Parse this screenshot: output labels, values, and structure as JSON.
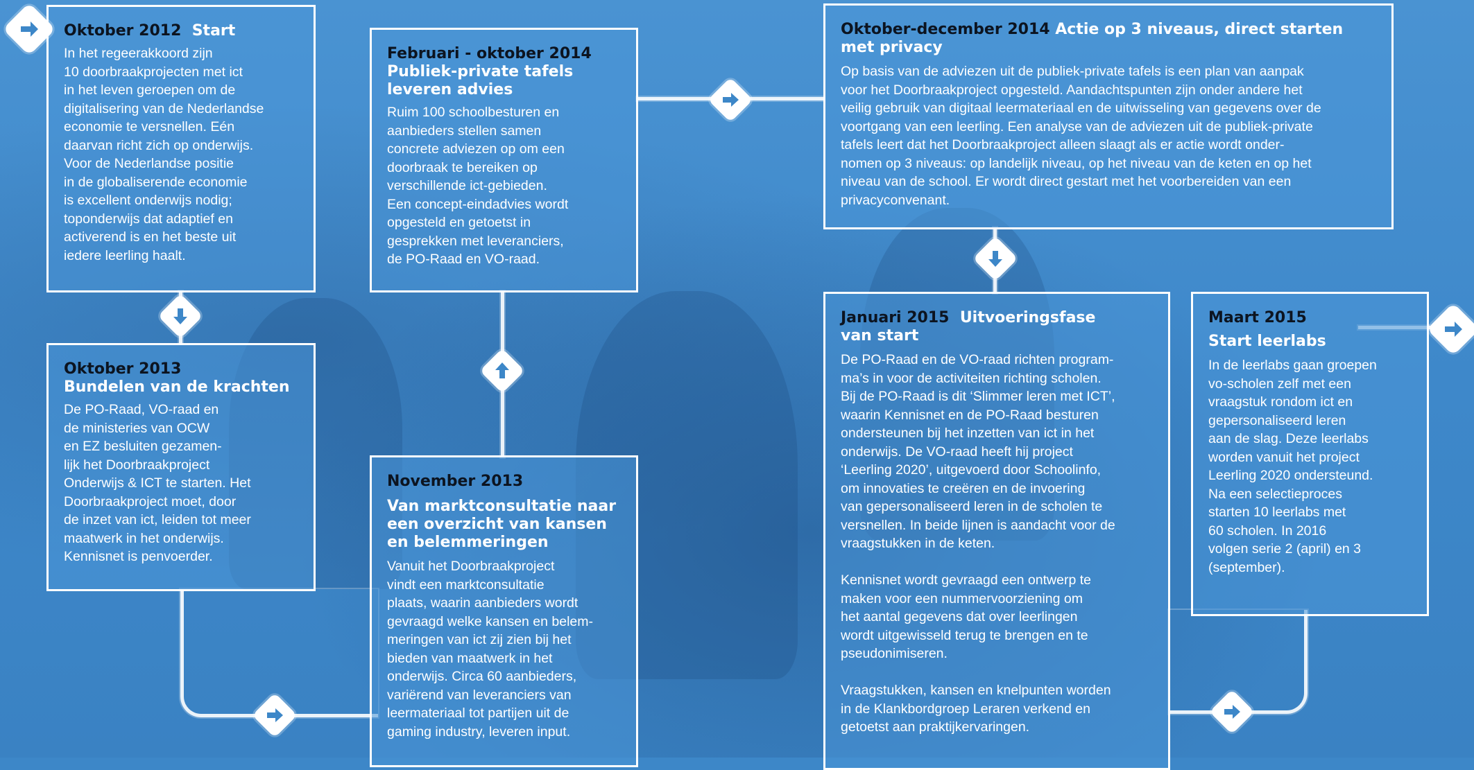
{
  "cards": [
    {
      "date": "Oktober 2012",
      "title": "Start",
      "body": "In het regeerakkoord zijn\n10 doorbraakprojecten met ict\nin het leven geroepen om de\ndigitalisering van de Nederlandse\neconomie te versnellen. Eén\ndaarvan richt zich op onderwijs.\nVoor de Nederlandse positie\nin de globaliserende economie\nis excellent onderwijs nodig;\ntoponderwijs dat adaptief en\nactiverend is en het beste uit\niedere leerling haalt."
    },
    {
      "date": "Oktober 2013",
      "title": "Bundelen van de krachten",
      "body": "De PO-Raad, VO-raad en\nde ministeries van OCW\nen EZ besluiten gezamen-\nlijk het Doorbraakproject\nOnderwijs & ICT te starten. Het\nDoorbraakproject moet, door\nde inzet van ict, leiden tot meer\nmaatwerk in het onderwijs.\nKennisnet is penvoerder."
    },
    {
      "date": "Februari - oktober 2014",
      "title": "Publiek-private tafels\nleveren advies",
      "body": "Ruim 100 schoolbesturen en\naanbieders stellen samen\nconcrete adviezen op om een\ndoorbraak te bereiken op\nverschillende ict-gebieden.\nEen concept-eindadvies wordt\nopgesteld en getoetst in\ngesprekken met leveranciers,\nde PO-Raad en VO-raad."
    },
    {
      "date": "November 2013",
      "title": "Van marktconsultatie naar\neen overzicht van kansen\nen belemmeringen",
      "body": "Vanuit het Doorbraakproject\nvindt een marktconsultatie\nplaats, waarin aanbieders wordt\ngevraagd welke kansen en belem-\nmeringen van ict zij zien bij het\nbieden van maatwerk in het\nonderwijs. Circa 60 aanbieders,\nvariërend van leveranciers van\nleermateriaal tot partijen uit de\ngaming industry, leveren input."
    },
    {
      "date": "Oktober-december 2014",
      "title": "Actie op 3 niveaus, direct starten\nmet privacy",
      "body": "Op basis van de adviezen uit de publiek-private tafels is een plan van aanpak\nvoor het Doorbraakproject opgesteld. Aandachtspunten zijn onder andere het\nveilig gebruik van digitaal leermateriaal en de uitwisseling van gegevens over de\nvoortgang van een leerling. Een analyse van de adviezen uit de publiek-private\ntafels leert dat het Doorbraakproject alleen slaagt als er actie wordt onder-\nnomen op 3 niveaus: op landelijk niveau, op het niveau van de keten en op het\nniveau van de school. Er wordt direct gestart met het voorbereiden van een\nprivacyconvenant."
    },
    {
      "date": "Januari 2015",
      "title": "Uitvoeringsfase\nvan start",
      "body": "De PO-Raad en de VO-raad richten program-\nma’s in voor de activiteiten richting scholen.\nBij de PO-Raad is dit ‘Slimmer leren met ICT’,\nwaarin Kennisnet en de PO-Raad besturen\nondersteunen bij het inzetten van ict in het\nonderwijs. De VO-raad heeft hij project\n‘Leerling 2020’, uitgevoerd door Schoolinfo,\nom innovaties te creëren en de invoering\nvan gepersonaliseerd leren in de scholen te\nversnellen. In beide lijnen is aandacht voor de\nvraagstukken in de keten.\n\nKennisnet wordt gevraagd een ontwerp te\nmaken voor een nummervoorziening om\nhet aantal gegevens dat over leerlingen\nwordt uitgewisseld terug te brengen en te\npseudonimiseren.\n\nVraagstukken, kansen en knelpunten worden\nin de Klankbordgroep Leraren verkend en\ngetoetst aan praktijkervaringen."
    },
    {
      "date": "Maart 2015",
      "title": "Start leerlabs",
      "body": "In de leerlabs gaan groepen\nvo-scholen zelf met een\nvraagstuk rondom ict en\ngepersonaliseerd leren\naan de slag. Deze leerlabs\nworden vanuit het project\nLeerling 2020 ondersteund.\nNa een selectieproces\nstarten 10 leerlabs met\n60 scholen. In 2016\nvolgen serie 2 (april) en 3\n(september)."
    }
  ],
  "colors": {
    "background": "#3d87c8",
    "card_border": "#ffffff",
    "date_text": "#0c1420",
    "title_text": "#ffffff",
    "arrow": "#3d87c8"
  },
  "icons": [
    "arrow-right-icon",
    "arrow-down-icon",
    "arrow-up-icon"
  ]
}
